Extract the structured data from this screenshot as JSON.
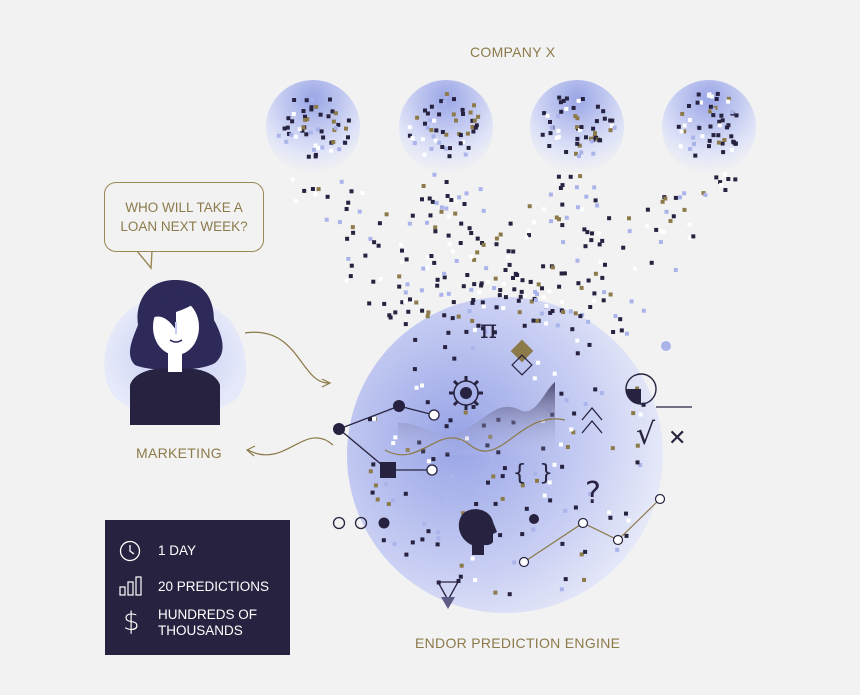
{
  "labels": {
    "company": "COMPANY X",
    "marketing": "MARKETING",
    "engine": "ENDOR PREDICTION ENGINE"
  },
  "speech_bubble": {
    "line1": "WHO WILL TAKE A",
    "line2": "LOAN NEXT WEEK?"
  },
  "info_box": {
    "items": [
      {
        "icon": "clock-icon",
        "text": "1 DAY"
      },
      {
        "icon": "bar-chart-icon",
        "text": "20 PREDICTIONS"
      },
      {
        "icon": "dollar-icon",
        "line1": "HUNDREDS OF",
        "line2": "THOUSANDS"
      }
    ]
  },
  "colors": {
    "accent_gold": "#8c7a4a",
    "navy": "#26223f",
    "periwinkle": "#aab3ea",
    "background": "#f2f2f2"
  },
  "symbols": {
    "pi": "π",
    "braces": "{ }",
    "question": "?",
    "sqrt": "√",
    "times": "✕"
  }
}
